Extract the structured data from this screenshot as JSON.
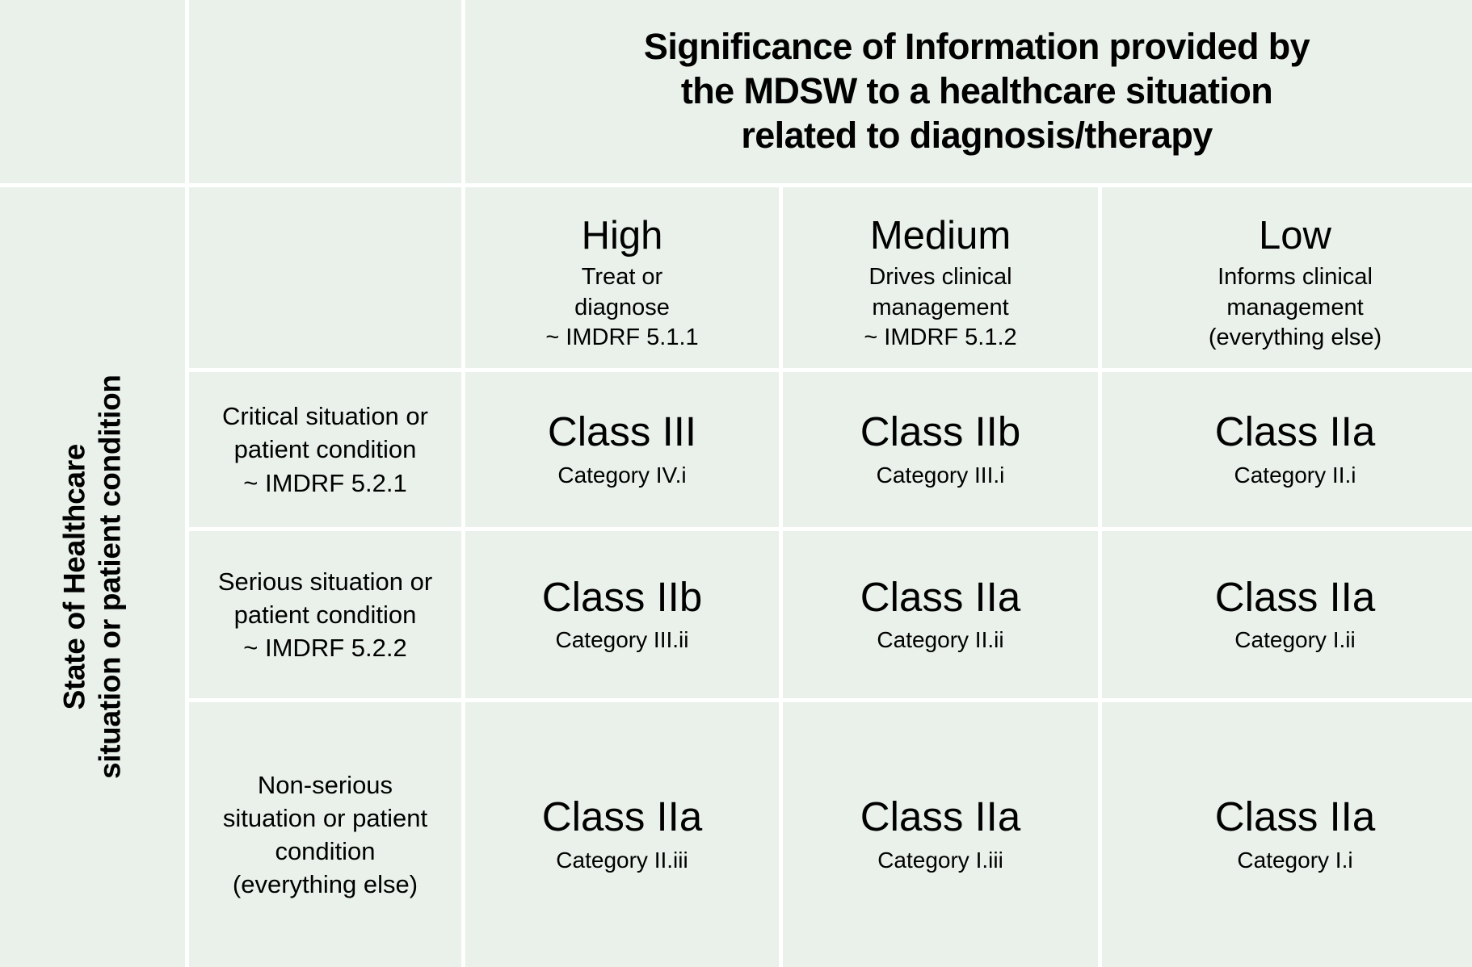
{
  "colors": {
    "cell_background": "#e9f1ea",
    "grid_line": "#ffffff",
    "text": "#000000"
  },
  "header": {
    "title_line1": "Significance of Information provided by",
    "title_line2": "the MDSW to a healthcare situation",
    "title_line3": "related to diagnosis/therapy"
  },
  "row_axis": {
    "label_line1": "State of Healthcare",
    "label_line2": "situation or patient condition"
  },
  "columns": [
    {
      "level": "High",
      "desc_line1": "Treat or",
      "desc_line2": "diagnose",
      "desc_line3": "~ IMDRF 5.1.1"
    },
    {
      "level": "Medium",
      "desc_line1": "Drives clinical",
      "desc_line2": "management",
      "desc_line3": "~ IMDRF 5.1.2"
    },
    {
      "level": "Low",
      "desc_line1": "Informs clinical",
      "desc_line2": "management",
      "desc_line3": "(everything else)"
    }
  ],
  "rows": [
    {
      "header_line1": "Critical situation or",
      "header_line2": "patient condition",
      "header_line3": "~ IMDRF 5.2.1",
      "header_line4": "",
      "cells": [
        {
          "class": "Class III",
          "category": "Category IV.i"
        },
        {
          "class": "Class IIb",
          "category": "Category III.i"
        },
        {
          "class": "Class IIa",
          "category": "Category II.i"
        }
      ]
    },
    {
      "header_line1": "Serious situation or",
      "header_line2": "patient condition",
      "header_line3": "~ IMDRF 5.2.2",
      "header_line4": "",
      "cells": [
        {
          "class": "Class IIb",
          "category": "Category III.ii"
        },
        {
          "class": "Class IIa",
          "category": "Category II.ii"
        },
        {
          "class": "Class IIa",
          "category": "Category I.ii"
        }
      ]
    },
    {
      "header_line1": "Non-serious",
      "header_line2": "situation or patient",
      "header_line3": "condition",
      "header_line4": "(everything else)",
      "cells": [
        {
          "class": "Class IIa",
          "category": "Category II.iii"
        },
        {
          "class": "Class IIa",
          "category": "Category I.iii"
        },
        {
          "class": "Class IIa",
          "category": "Category I.i"
        }
      ]
    }
  ]
}
